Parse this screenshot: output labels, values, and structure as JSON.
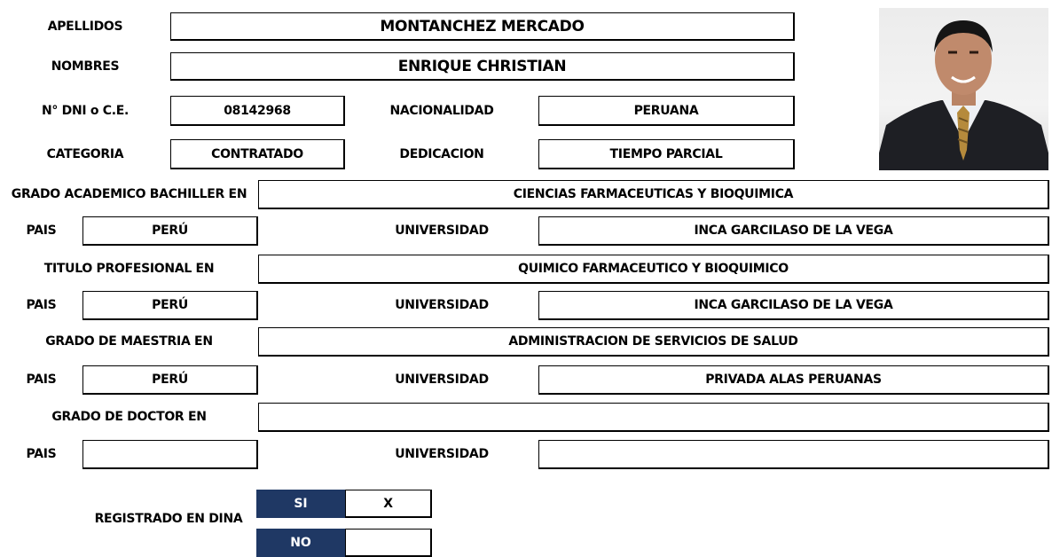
{
  "personal": {
    "apellidos_label": "APELLIDOS",
    "apellidos_value": "MONTANCHEZ MERCADO",
    "nombres_label": "NOMBRES",
    "nombres_value": "ENRIQUE CHRISTIAN",
    "dni_label": "N° DNI o C.E.",
    "dni_value": "08142968",
    "nacionalidad_label": "NACIONALIDAD",
    "nacionalidad_value": "PERUANA",
    "categoria_label": "CATEGORIA",
    "categoria_value": "CONTRATADO",
    "dedicacion_label": "DEDICACION",
    "dedicacion_value": "TIEMPO PARCIAL"
  },
  "bachiller": {
    "label": "GRADO ACADEMICO BACHILLER EN",
    "value": "CIENCIAS FARMACEUTICAS Y BIOQUIMICA",
    "pais_label": "PAIS",
    "pais_value": "PERÚ",
    "universidad_label": "UNIVERSIDAD",
    "universidad_value": "INCA GARCILASO DE LA VEGA"
  },
  "titulo": {
    "label": "TITULO PROFESIONAL EN",
    "value": "QUIMICO FARMACEUTICO Y BIOQUIMICO",
    "pais_label": "PAIS",
    "pais_value": "PERÚ",
    "universidad_label": "UNIVERSIDAD",
    "universidad_value": "INCA GARCILASO DE LA VEGA"
  },
  "maestria": {
    "label": "GRADO DE MAESTRIA EN",
    "value": "ADMINISTRACION DE SERVICIOS DE SALUD",
    "pais_label": "PAIS",
    "pais_value": "PERÚ",
    "universidad_label": "UNIVERSIDAD",
    "universidad_value": "PRIVADA ALAS PERUANAS"
  },
  "doctor": {
    "label": "GRADO DE DOCTOR EN",
    "value": "",
    "pais_label": "PAIS",
    "pais_value": "",
    "universidad_label": "UNIVERSIDAD",
    "universidad_value": ""
  },
  "dina": {
    "label": "REGISTRADO EN DINA",
    "si_label": "SI",
    "si_mark": "X",
    "no_label": "NO",
    "no_mark": ""
  },
  "colors": {
    "header_fill": "#1f3864"
  }
}
